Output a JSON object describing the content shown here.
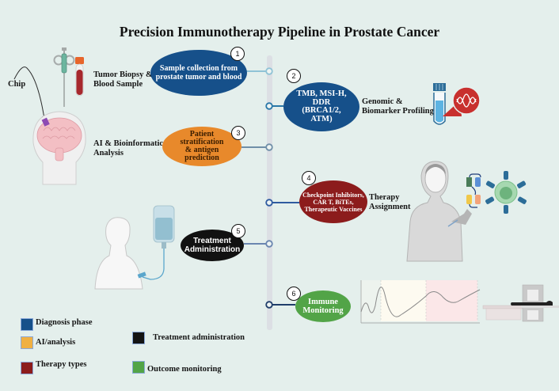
{
  "title": "Precision Immunotherapy Pipeline in Prostate Cancer",
  "side_labels": {
    "chip": "Chip",
    "tumor_biopsy": "Tumor Biopsy & Blood Sample",
    "tumor_biopsy_line1": "Tumor Biopsy &",
    "tumor_biopsy_line2": "Blood Sample",
    "ai_line1": "AI & Bioinformatics",
    "ai_line2": "Analysis",
    "genomic_line1": "Genomic &",
    "genomic_line2": "Biomarker Profiling",
    "therapy_line1": "Therapy",
    "therapy_line2": "Assignment"
  },
  "steps": [
    {
      "number": "1",
      "lines": [
        "Sample collection from",
        "prostate tumor and blood"
      ],
      "color": "#16508a",
      "phase": "Diagnosis phase"
    },
    {
      "number": "2",
      "lines": [
        "TMB, MSI-H,",
        "DDR",
        "(BRCA1/2,",
        "ATM)"
      ],
      "color": "#16508a",
      "phase": "Diagnosis phase"
    },
    {
      "number": "3",
      "lines": [
        "Patient",
        "stratification",
        "& antigen",
        "prediction"
      ],
      "color": "#e8892b",
      "text_color": "#3a1d00",
      "phase": "AI/analysis"
    },
    {
      "number": "4",
      "lines": [
        "Checkpoint Inhibitors,",
        "CAR T, BiTEs,",
        "Therapeutic Vaccines"
      ],
      "color": "#8c1c1c",
      "phase": "Therapy types"
    },
    {
      "number": "5",
      "lines": [
        "Treatment",
        "Administration"
      ],
      "color": "#111111",
      "phase": "Treatment administration"
    },
    {
      "number": "6",
      "lines": [
        "Immune",
        "Monitoring"
      ],
      "color": "#52a447",
      "phase": "Outcome monitoring"
    }
  ],
  "connector_colors": [
    "#8fc3d6",
    "#2a78a8",
    "#6f8fa8",
    "#2f5ba0",
    "#6a86b0",
    "#1f3d6a"
  ],
  "legend": [
    {
      "label": "Diagnosis phase",
      "color": "#16508a"
    },
    {
      "label": "AI/analysis",
      "color": "#f0b042"
    },
    {
      "label": "Therapy types",
      "color": "#8c1c1c"
    },
    {
      "label": "Treatment administration",
      "color": "#141414"
    },
    {
      "label": "Outcome monitoring",
      "color": "#52a447"
    }
  ],
  "icons": [
    "biopsy-needle-icon",
    "blood-tube-icon",
    "brain-head-icon",
    "chip-icon",
    "dna-test-tube-icon",
    "patient-vaccination-icon",
    "bispecific-antibody-icon",
    "car-t-cell-icon",
    "iv-bag-patient-icon",
    "mri-scanner-icon",
    "immune-response-graph-icon"
  ]
}
